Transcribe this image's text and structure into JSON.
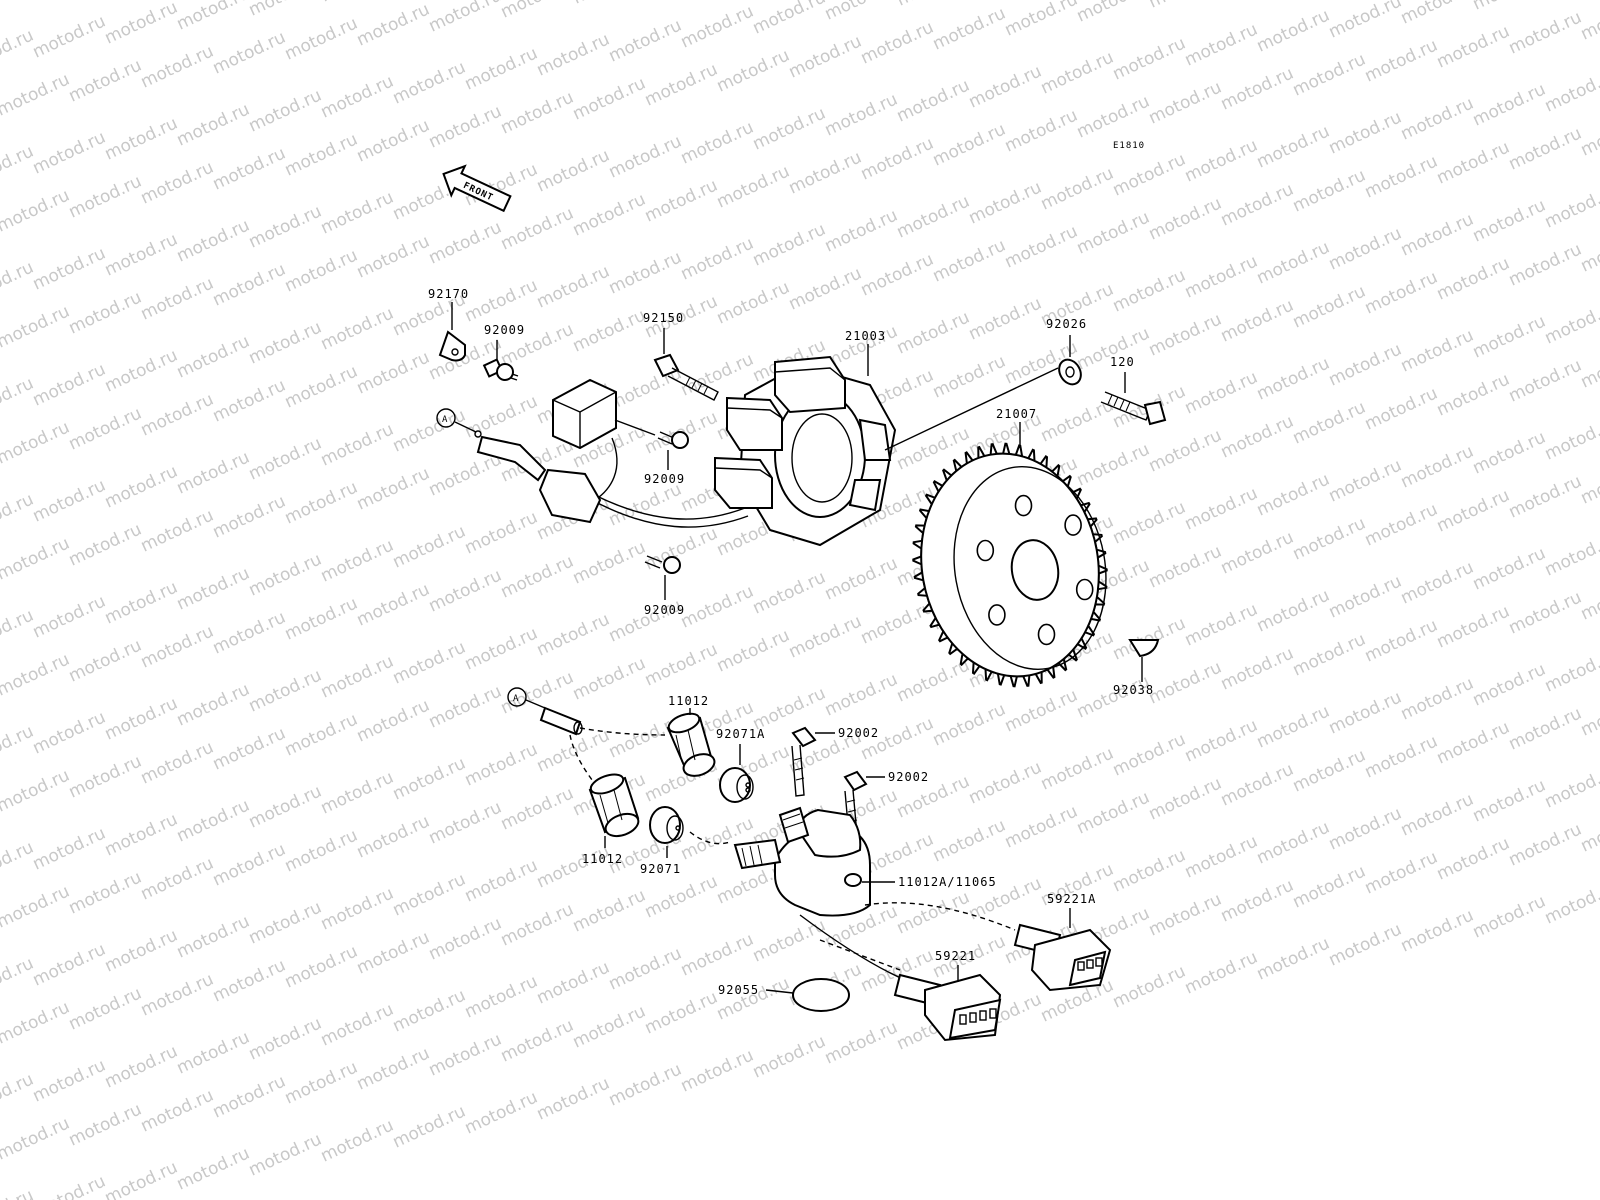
{
  "watermark": {
    "text": "motod.ru",
    "color": "#c8c8c8"
  },
  "diagram": {
    "code": "E1810",
    "front_label": "FRONT",
    "callout_a": "A",
    "parts": {
      "p92170": "92170",
      "p92009_top": "92009",
      "p92009_mid": "92009",
      "p92009_bot": "92009",
      "p92150": "92150",
      "p21003": "21003",
      "p92026": "92026",
      "p120": "120",
      "p21007": "21007",
      "p92038": "92038",
      "p11012_top": "11012",
      "p11012_bot": "11012",
      "p92071A": "92071A",
      "p92071": "92071",
      "p92002_a": "92002",
      "p92002_b": "92002",
      "p11012A_11065": "11012A/11065",
      "p59221A": "59221A",
      "p59221": "59221",
      "p92055": "92055"
    }
  }
}
